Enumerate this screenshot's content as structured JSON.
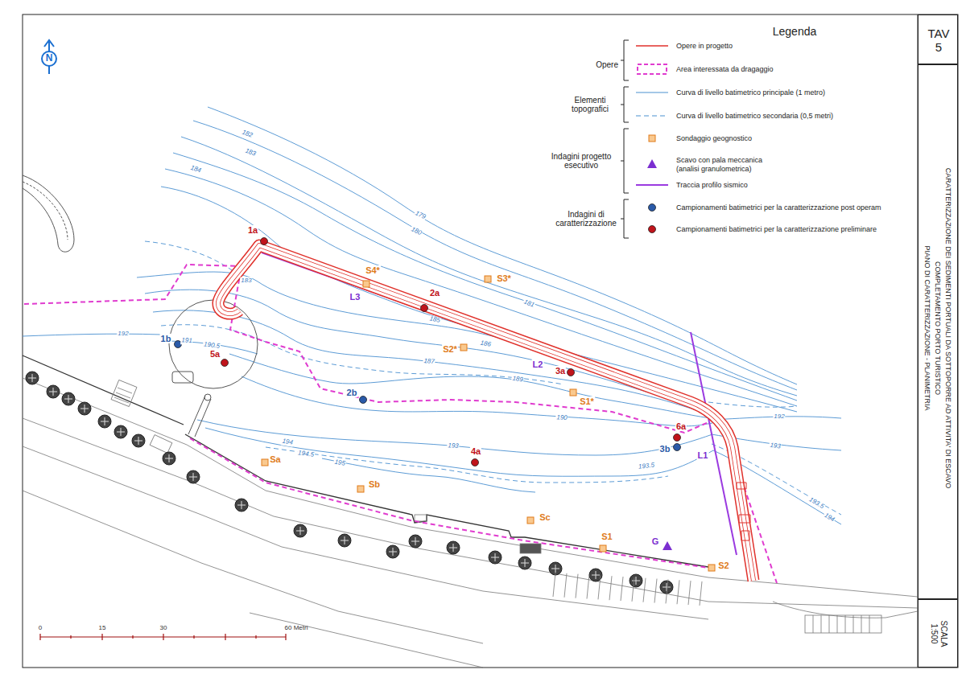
{
  "diagram": {
    "nodes": [
      {
        "text": [
          "TAV 5"
        ]
      },
      {
        "text": [
          "CARATTERIZZAZIONE DEI SEDIMENTI PORTUALI DA SOTTOPORRE AD ATTIVITA' DI ESCAVO",
          "COMPLETAMENTO PORTO TURISTICO",
          "PIANO DI CARATTERIZZAZIONE - PLANIMETRIA"
        ]
      },
      {
        "text": [
          "SCALA 1:500"
        ]
      }
    ],
    "labels": [
      "N",
      "Legenda",
      "Opere",
      "Elementi topografici",
      "Indagini progetto esecutivo",
      "Indagini di caratterizzazione",
      "182",
      "183",
      "184",
      "179",
      "180",
      "181",
      "183",
      "185",
      "186",
      "187",
      "189",
      "190",
      "191",
      "190.5",
      "192",
      "192",
      "193",
      "193",
      "193.5",
      "193.5",
      "194",
      "194",
      "194.5",
      "195",
      "1a",
      "2a",
      "3a",
      "4a",
      "5a",
      "6a",
      "1b",
      "2b",
      "3b",
      "S4*",
      "S3*",
      "S2*",
      "S1*",
      "Sa",
      "Sb",
      "Sc",
      "S1",
      "S2",
      "G",
      "L1",
      "L2",
      "L3",
      "0",
      "15",
      "30",
      "60 Metri"
    ],
    "legend": [
      {
        "text": "Opere in progetto"
      },
      {
        "text": "Area interessata da dragaggio"
      },
      {
        "text": "Curva di livello batimetrico principale (1 metro)"
      },
      {
        "text": "Curva di livello batimetrico secondaria (0,5 metri)"
      },
      {
        "text": "Sondaggio geognostico"
      },
      {
        "text": "Scavo con pala meccanica (analisi granulometrica)"
      },
      {
        "text": "Traccia profilo sismico"
      },
      {
        "text": "Campionamenti batimetrici per la caratterizzazione post operam"
      },
      {
        "text": "Campionamenti batimetrici per la caratterizzazione preliminare"
      }
    ]
  }
}
